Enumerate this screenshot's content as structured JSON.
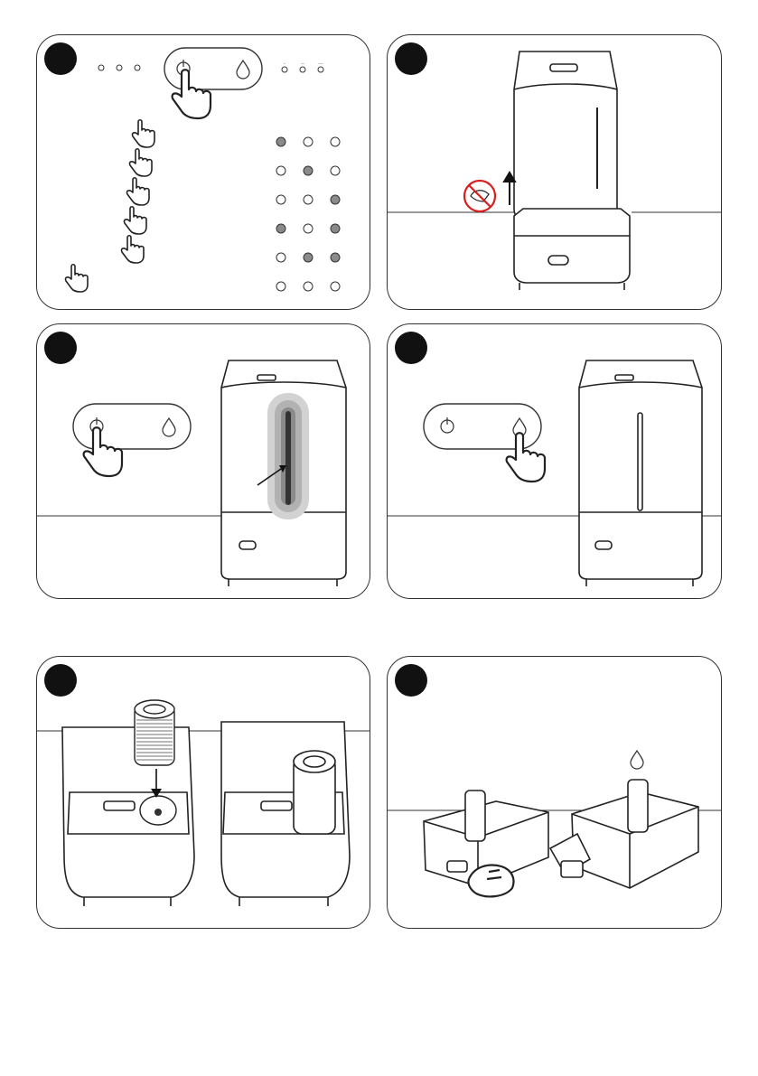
{
  "speed_markers": [
    ".",
    "..",
    "..."
  ],
  "indicator_patterns": [
    [
      1,
      0,
      0
    ],
    [
      0,
      1,
      0
    ],
    [
      0,
      0,
      1
    ],
    [
      1,
      0,
      1
    ],
    [
      0,
      1,
      1
    ],
    [
      0,
      0,
      0
    ]
  ],
  "colors": {
    "stroke": "#333333",
    "led_on": "#8a8a8a",
    "no_symbol": "#d81e1e",
    "step_dot": "#111111"
  },
  "icons": [
    "power-icon",
    "water-drop-icon",
    "pointing-hand-icon",
    "up-arrow-icon",
    "no-hand-icon"
  ]
}
